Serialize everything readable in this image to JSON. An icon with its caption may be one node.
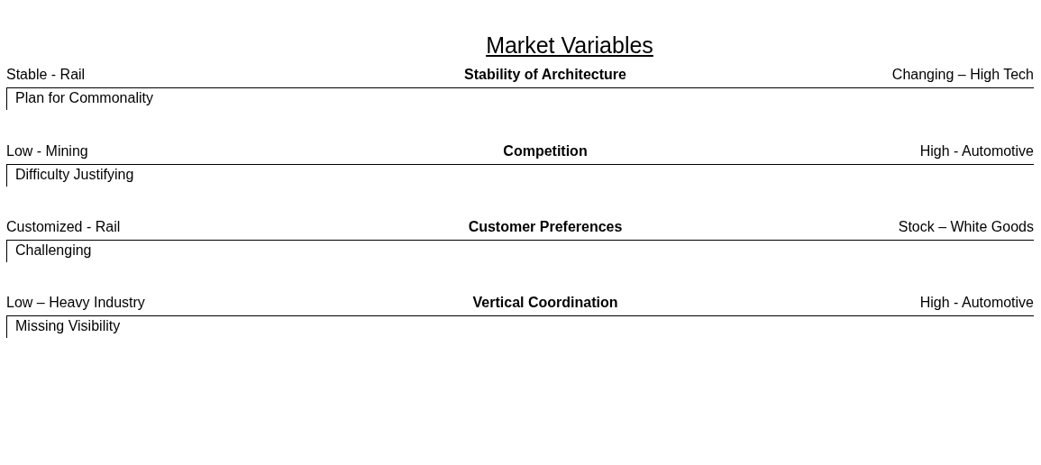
{
  "diagram": {
    "title": "Market Variables",
    "nodes": [
      {
        "text": [
          "Plan for Commonality"
        ]
      },
      {
        "text": [
          "Difficulty Justifying"
        ]
      },
      {
        "text": [
          "Challenging"
        ]
      },
      {
        "text": [
          "Missing Visibility"
        ]
      }
    ],
    "labels": [
      "Stable - Rail",
      "Stability of Architecture",
      "Changing – High Tech",
      "Low - Mining",
      "Competition",
      "High - Automotive",
      "Customized - Rail",
      "Customer Preferences",
      "Stock – White Goods",
      "Low – Heavy Industry",
      "Vertical Coordination",
      "High - Automotive"
    ]
  }
}
